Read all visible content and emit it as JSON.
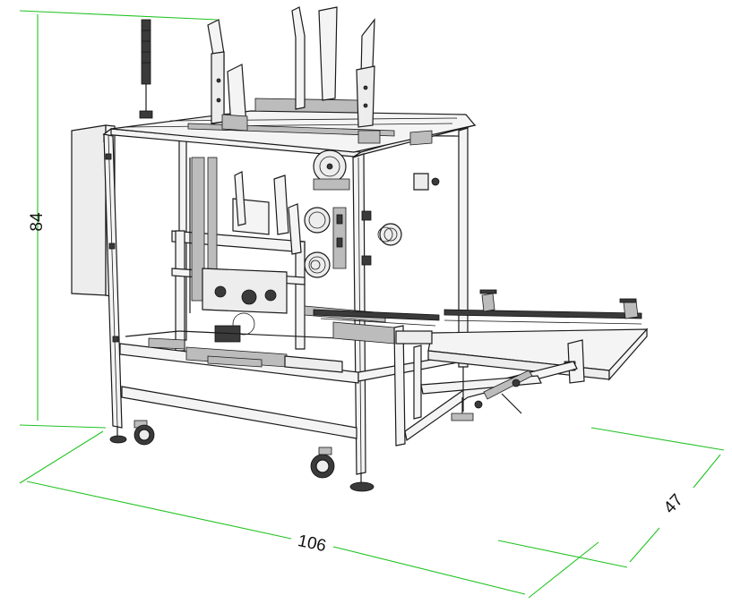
{
  "dimensions": {
    "height": {
      "value": "84"
    },
    "width": {
      "value": "106"
    },
    "depth": {
      "value": "47"
    }
  },
  "colors": {
    "dimension_line": "#22c322",
    "linework": "#1a1a1a",
    "background": "#ffffff"
  }
}
